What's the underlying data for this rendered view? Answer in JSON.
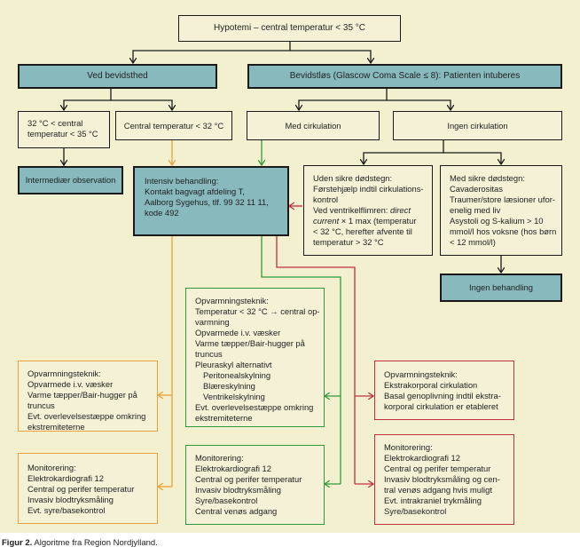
{
  "figure": {
    "top": "Hypotemi – central temperatur < 35 °C",
    "conscious": "Ved bevidsthed",
    "unconscious": "Bevidstløs (Glascow Coma Scale ≤ 8): Patienten intuberes",
    "mild": [
      "32 °C < central",
      "temperatur < 35 °C"
    ],
    "low_temp": "Central temperatur < 32 °C",
    "with_circ": "Med cirkulation",
    "no_circ": "Ingen cirkulation",
    "intermediate": "Intermediær observation",
    "intensive": [
      "Intensiv behandling:",
      "Kontakt bagvagt afdeling T,",
      "Aalborg Sygehus, tlf. 99 32 11 11,",
      "kode 492"
    ],
    "uncertain_death": {
      "l1": "Uden sikre dødstegn:",
      "l2": "Førstehjælp indtil cirkulations-",
      "l3": "kontrol",
      "l4": "Ved ventrikelflimren: ",
      "l4i": "direct",
      "l5i": "current",
      "l5": " × 1 max (temperatur",
      "l6": "< 32 °C, herefter afvente til",
      "l7": "temperatur > 32 °C"
    },
    "certain_death": [
      "Med sikre dødstegn:",
      "Cavaderositas",
      "Traumer/store læsioner ufor-",
      "enelig med liv",
      "Asystoli og S-kalium > 10",
      "mmol/l hos voksne (hos børn",
      "< 12 mmol/l)"
    ],
    "no_treatment": "Ingen behandling",
    "green_warming": [
      "Opvarmningsteknik:",
      "Temperatur < 32 °C → central op-",
      "varmning",
      "Opvarmede i.v. væsker",
      "Varme tæpper/Bair-hugger på",
      "truncus",
      "Pleuraskyl alternativt"
    ],
    "green_warming_sub": [
      "Peritonealskylning",
      "Blæreskylning",
      "Ventrikelskylning"
    ],
    "green_warming_end": [
      "Evt. overlevelsestæppe omkring",
      "ekstremiteterne"
    ],
    "orange_warming": [
      "Opvarmningsteknik:",
      "Opvarmede i.v. væsker",
      "Varme tæpper/Bair-hugger på",
      "truncus",
      "Evt. overlevelsestæppe omkring",
      "ekstremiteterne"
    ],
    "orange_monitor": [
      "Monitorering:",
      "Elektrokardiografi 12",
      "Central og perifer temperatur",
      "Invasiv blodtryksmåling",
      "Evt. syre/basekontrol"
    ],
    "green_monitor": [
      "Monitorering:",
      "Elektrokardiografi 12",
      "Central og perifer temperatur",
      "Invasiv blodtryksmåling",
      "Syre/basekontrol",
      "Central venøs adgang"
    ],
    "red_warming": [
      "Opvarmningsteknik:",
      "Ekstrakorporal cirkulation",
      "Basal genoplivning indtil ekstra-",
      "korporal cirkulation er etableret"
    ],
    "red_monitor": [
      "Monitorering:",
      "Elektrokardiografi 12",
      "Central og perifer temperatur",
      "Invasiv blodtryksmåling og cen-",
      "tral venøs adgang hvis muligt",
      "Evt. intrakraniel trykmåling",
      "Syre/basekontrol"
    ]
  },
  "caption": {
    "label": "Figur 2.",
    "text": " Algoritme fra Region Nordjylland."
  },
  "colors": {
    "background": "#f3f0cf",
    "teal": "#87b9bd",
    "orange": "#e8a23a",
    "green": "#2f9a3a",
    "red": "#c0303a"
  }
}
